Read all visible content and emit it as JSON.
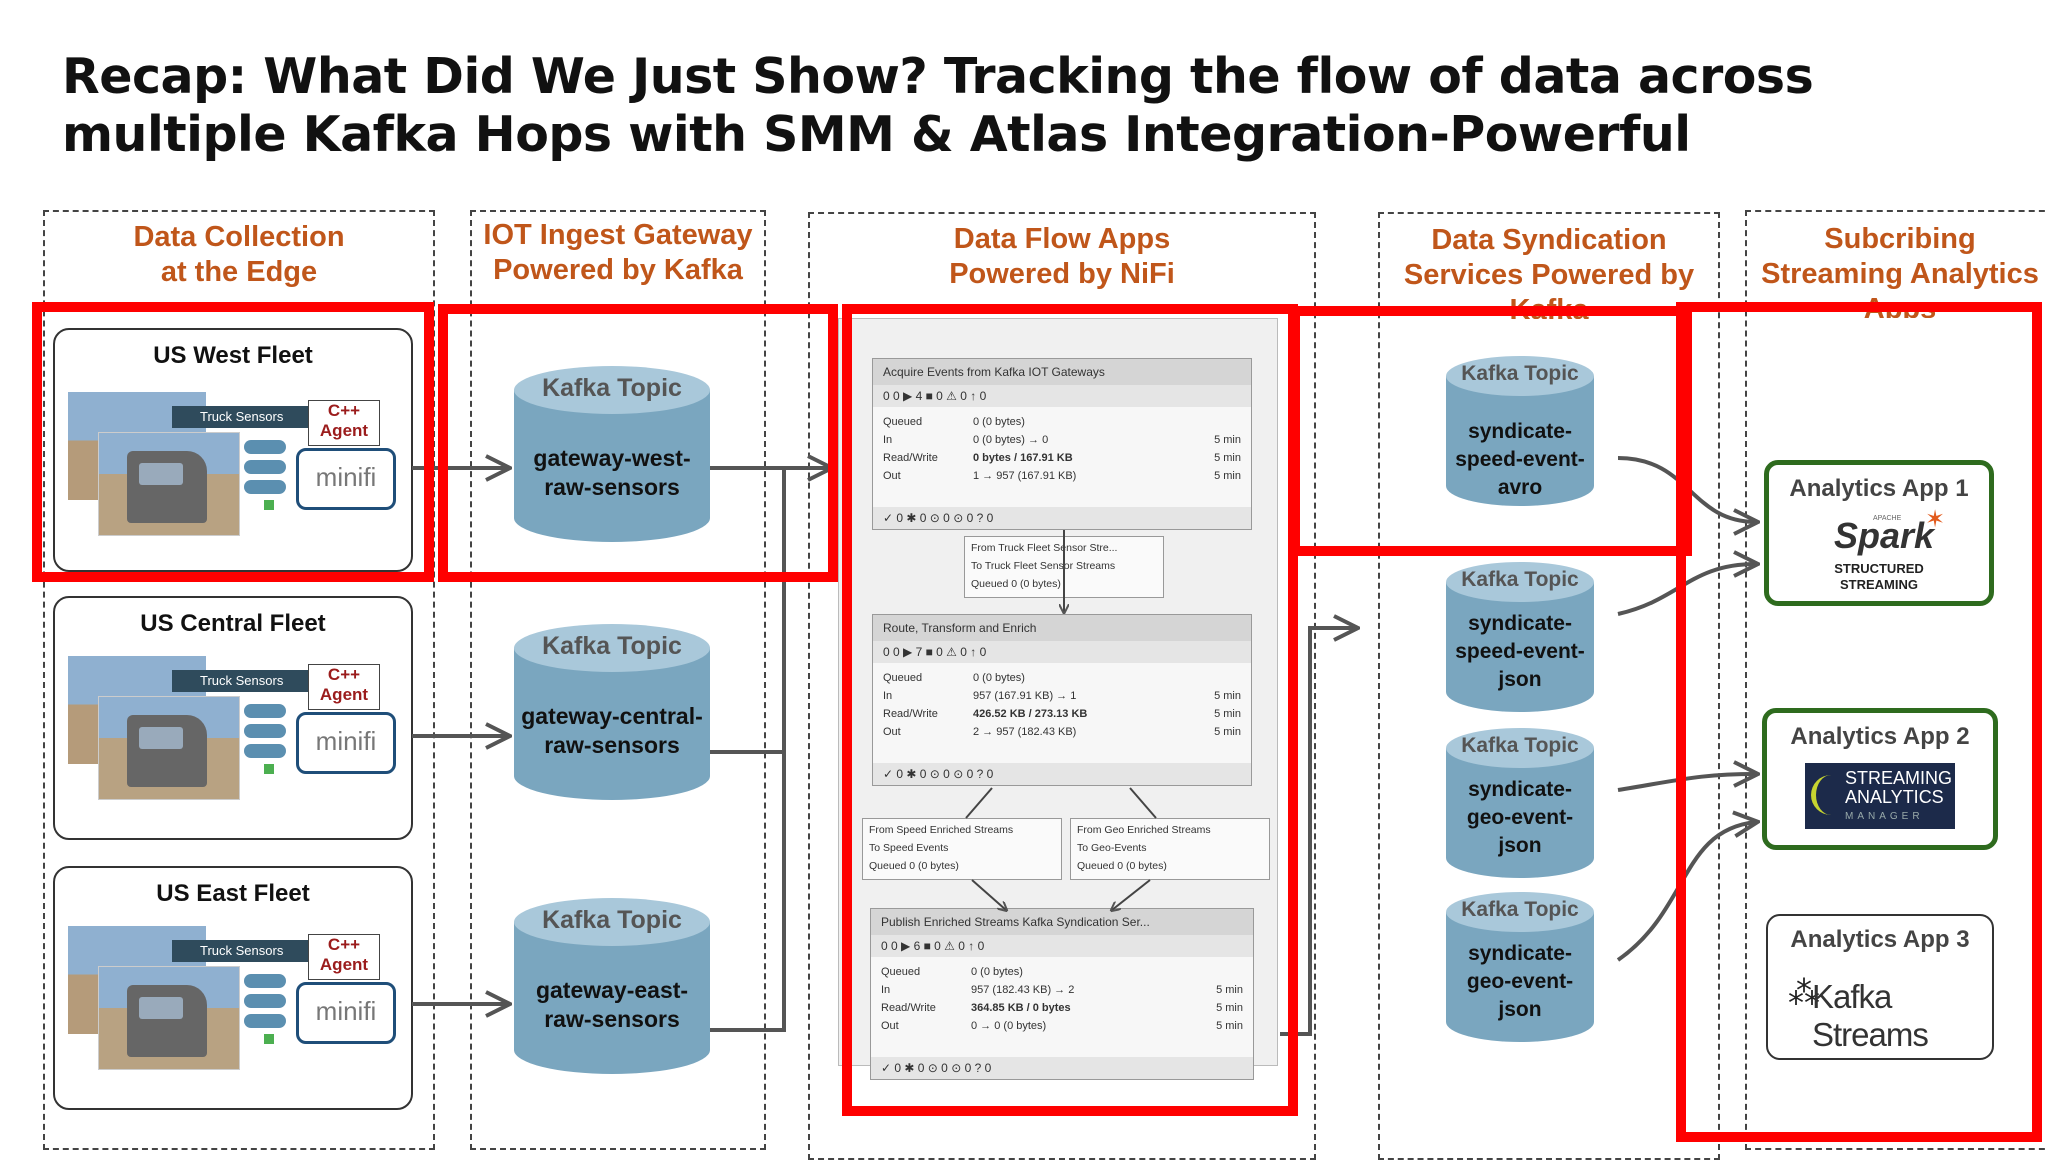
{
  "title": "Recap: What Did We Just Show? Tracking the flow of data across multiple Kafka Hops with SMM & Atlas Integration-Powerful",
  "columns": [
    {
      "line1": "Data Collection",
      "line2": "at the Edge"
    },
    {
      "line1": "IOT Ingest Gateway",
      "line2": "Powered by Kafka"
    },
    {
      "line1": "Data Flow Apps",
      "line2": "Powered by NiFi"
    },
    {
      "line1": "Data Syndication",
      "line2": "Services Powered by",
      "line3": "Kafka"
    },
    {
      "line1": "Subcribing",
      "line2": "Streaming Analytics",
      "line3": "Apps"
    }
  ],
  "fleets": [
    {
      "name": "US West Fleet",
      "sensors": "Truck Sensors",
      "agent1": "C++",
      "agent2": "Agent",
      "minifi": "minifi"
    },
    {
      "name": "US Central Fleet",
      "sensors": "Truck Sensors",
      "agent1": "C++",
      "agent2": "Agent",
      "minifi": "minifi"
    },
    {
      "name": "US East Fleet",
      "sensors": "Truck Sensors",
      "agent1": "C++",
      "agent2": "Agent",
      "minifi": "minifi"
    }
  ],
  "gateway_topics": [
    {
      "label": "Kafka Topic",
      "line1": "gateway-west-",
      "line2": "raw-sensors"
    },
    {
      "label": "Kafka Topic",
      "line1": "gateway-central-",
      "line2": "raw-sensors"
    },
    {
      "label": "Kafka Topic",
      "line1": "gateway-east-",
      "line2": "raw-sensors"
    }
  ],
  "syndication_topics": [
    {
      "label": "Kafka Topic",
      "line1": "syndicate-",
      "line2": "speed-event-",
      "line3": "avro"
    },
    {
      "label": "Kafka Topic",
      "line1": "syndicate-",
      "line2": "speed-event-",
      "line3": "json"
    },
    {
      "label": "Kafka Topic",
      "line1": "syndicate-",
      "line2": "geo-event-",
      "line3": "json"
    },
    {
      "label": "Kafka Topic",
      "line1": "syndicate-",
      "line2": "geo-event-",
      "line3": "json"
    }
  ],
  "apps": [
    {
      "name": "Analytics App 1",
      "logo_small": "APACHE",
      "logo": "Spark",
      "sub1": "STRUCTURED",
      "sub2": "STREAMING",
      "border": "#2e6b1e"
    },
    {
      "name": "Analytics App 2",
      "logo1": "STREAMING",
      "logo2": "ANALYTICS",
      "logo3": "MANAGER",
      "border": "#2e6b1e"
    },
    {
      "name": "Analytics App 3",
      "logo": "Kafka Streams",
      "border": "#333333"
    }
  ],
  "nifi": {
    "pg1": {
      "title": "Acquire Events from Kafka IOT Gateways",
      "status": "0   0  ▶ 4  ■ 0  ⚠ 0  ↑ 0",
      "rows": [
        [
          "Queued",
          "0 (0 bytes)",
          ""
        ],
        [
          "In",
          "0 (0 bytes) → 0",
          "5 min"
        ],
        [
          "Read/Write",
          "0 bytes / 167.91 KB",
          "5 min"
        ],
        [
          "Out",
          "1 → 957 (167.91 KB)",
          "5 min"
        ]
      ],
      "footer": "✓ 0   ✱ 0   ⊙ 0   ⊙ 0  ? 0"
    },
    "conn1": {
      "from": "From   Truck Fleet Sensor Stre...",
      "to": "To   Truck Fleet Sensor Streams",
      "queued": "Queued   0 (0 bytes)"
    },
    "pg2": {
      "title": "Route, Transform and Enrich",
      "status": "0   0  ▶ 7  ■ 0  ⚠ 0  ↑ 0",
      "rows": [
        [
          "Queued",
          "0 (0 bytes)",
          ""
        ],
        [
          "In",
          "957 (167.91 KB) → 1",
          "5 min"
        ],
        [
          "Read/Write",
          "426.52 KB / 273.13 KB",
          "5 min"
        ],
        [
          "Out",
          "2 → 957 (182.43 KB)",
          "5 min"
        ]
      ],
      "footer": "✓ 0   ✱ 0   ⊙ 0   ⊙ 0  ? 0"
    },
    "conn2": {
      "from": "From   Speed Enriched Streams",
      "to": "To   Speed Events",
      "queued": "Queued   0 (0 bytes)"
    },
    "conn3": {
      "from": "From   Geo Enriched Streams",
      "to": "To   Geo-Events",
      "queued": "Queued   0 (0 bytes)"
    },
    "pg3": {
      "title": "Publish Enriched Streams Kafka Syndication Ser...",
      "status": "0   0  ▶ 6  ■ 0  ⚠ 0  ↑ 0",
      "rows": [
        [
          "Queued",
          "0 (0 bytes)",
          ""
        ],
        [
          "In",
          "957 (182.43 KB) → 2",
          "5 min"
        ],
        [
          "Read/Write",
          "364.85 KB / 0 bytes",
          "5 min"
        ],
        [
          "Out",
          "0 → 0 (0 bytes)",
          "5 min"
        ]
      ],
      "footer": "✓ 0   ✱ 0   ⊙ 0   ⊙ 0  ? 0"
    }
  },
  "colors": {
    "accent": "#c0561a",
    "highlight": "#ff0000",
    "cylinder": "#7aa6bf",
    "cylinder_top": "#a9c8da",
    "minifi_border": "#1f4e79",
    "agent": "#9b1c1c"
  }
}
